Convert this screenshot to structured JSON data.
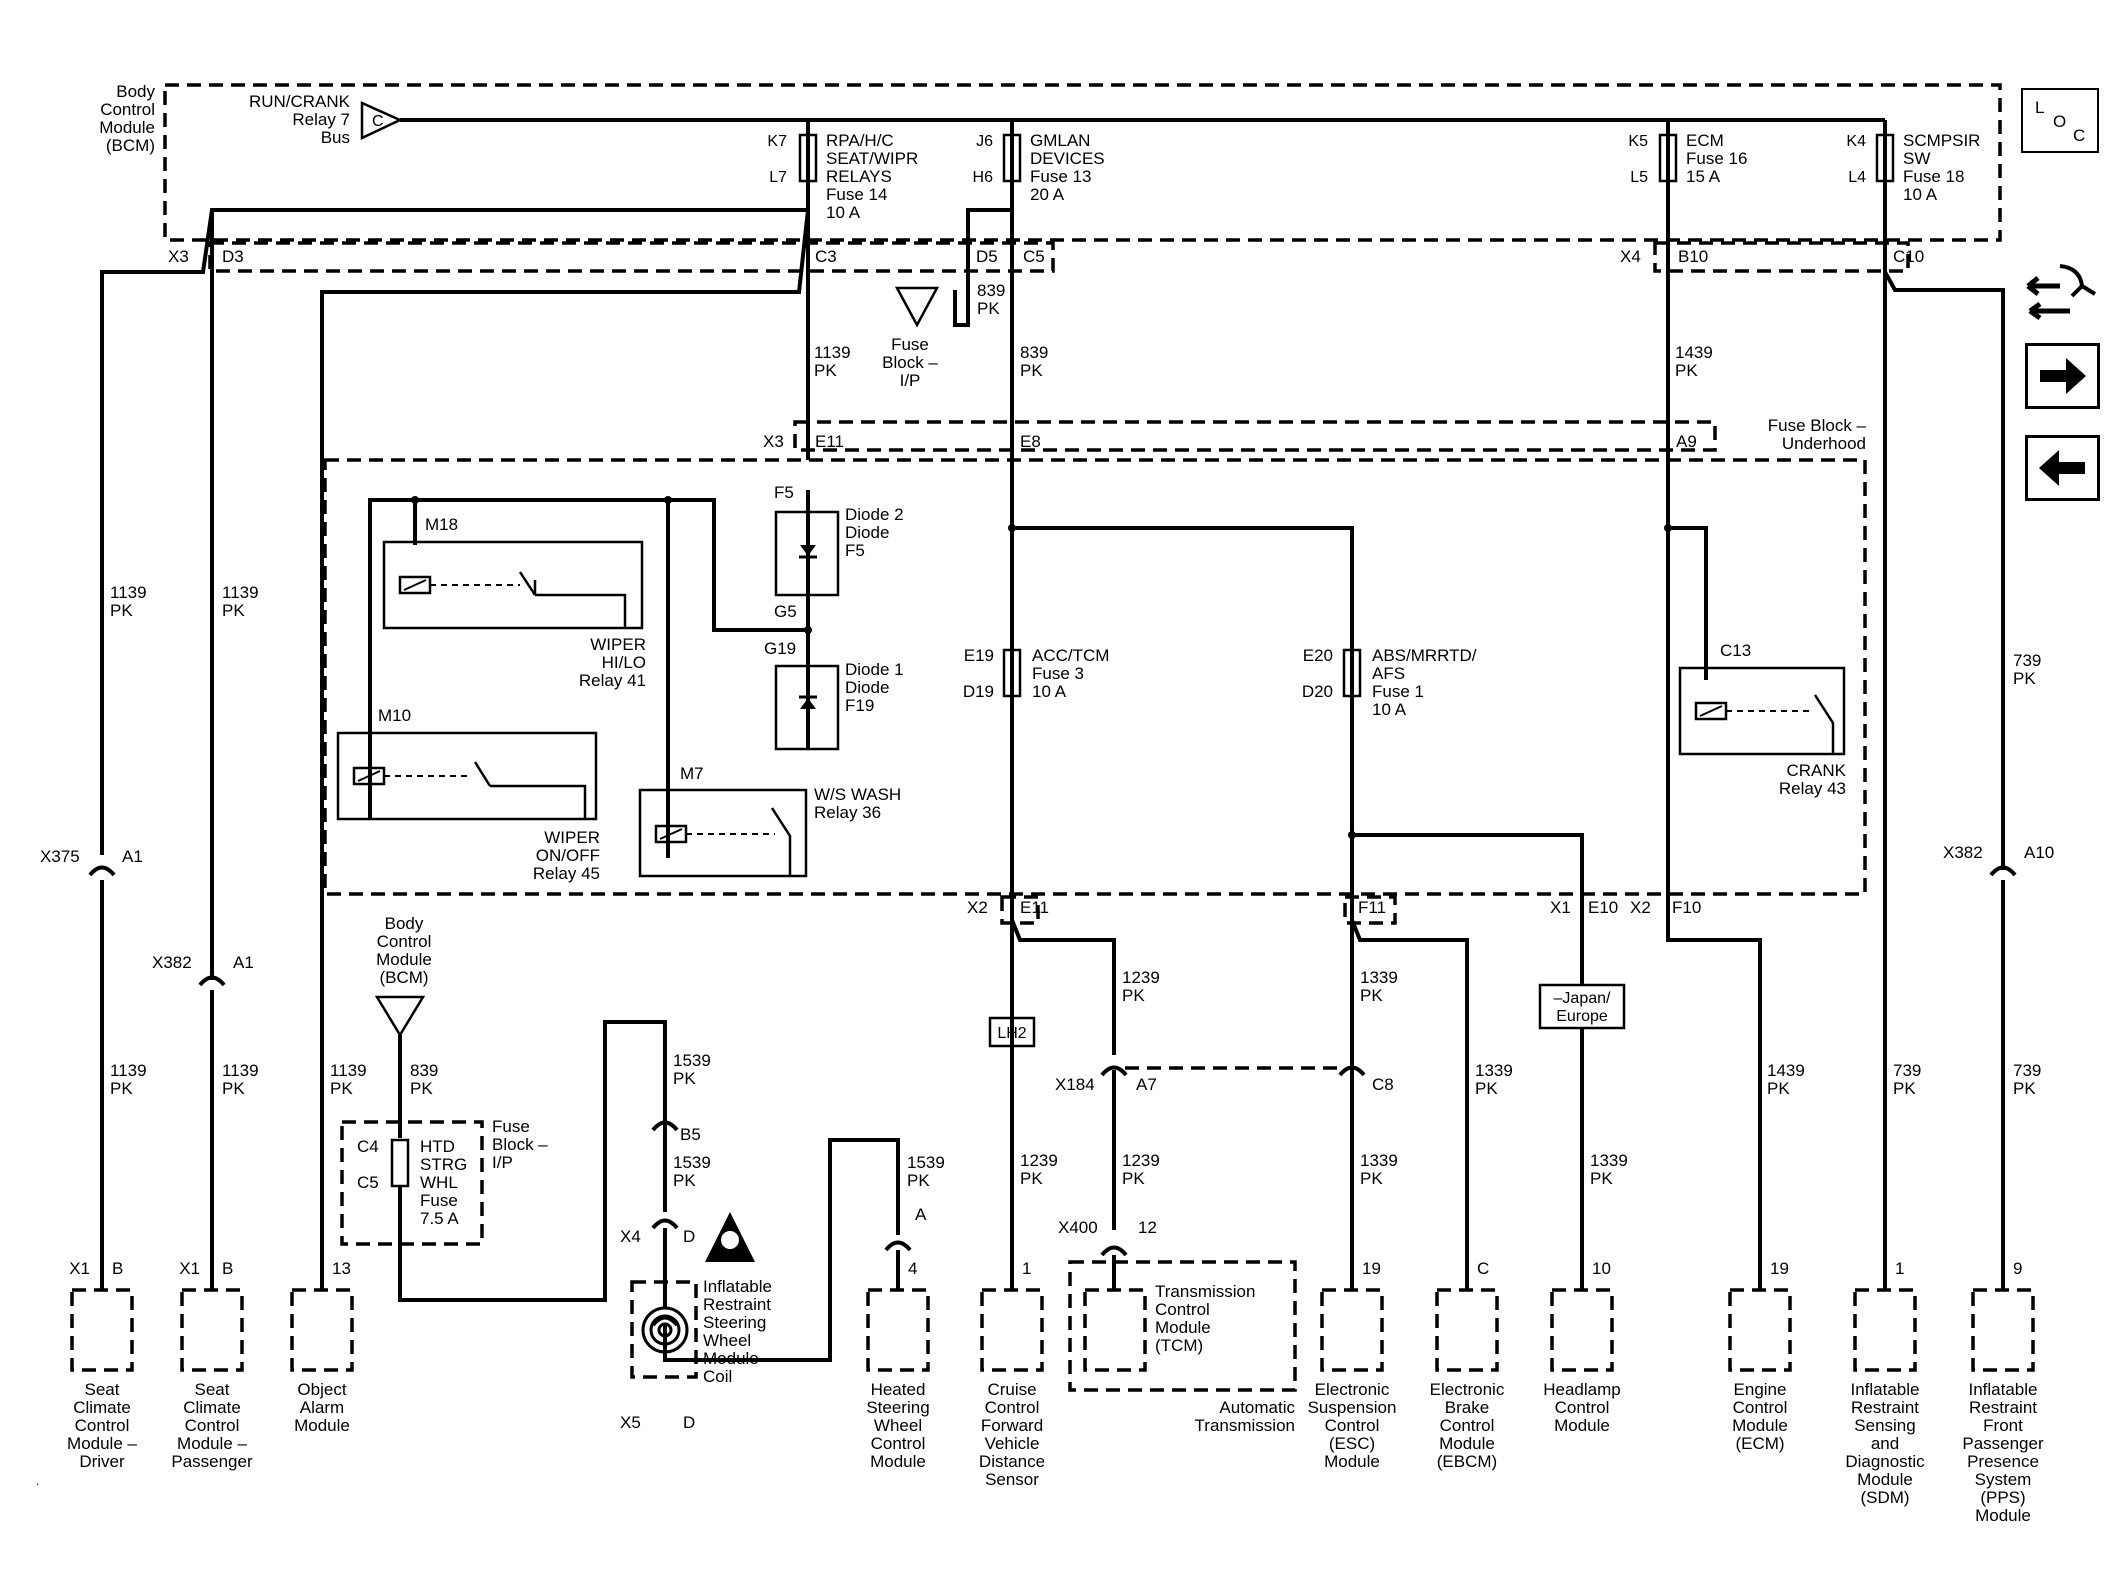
{
  "bcm": {
    "title_lines": [
      "Body",
      "Control",
      "Module",
      "(BCM)"
    ],
    "bus_lines": [
      "RUN/CRANK",
      "Relay 7",
      "Bus"
    ],
    "bus_pin": "C"
  },
  "bcm_fuses": [
    {
      "top_pin": "K7",
      "bottom_pin": "L7",
      "lines": [
        "RPA/H/C",
        "SEAT/WIPR",
        "RELAYS",
        "Fuse 14",
        "10 A"
      ]
    },
    {
      "top_pin": "J6",
      "bottom_pin": "H6",
      "lines": [
        "GMLAN",
        "DEVICES",
        "Fuse 13",
        "20 A"
      ]
    },
    {
      "top_pin": "K5",
      "bottom_pin": "L5",
      "lines": [
        "ECM",
        "Fuse 16",
        "15 A"
      ]
    },
    {
      "top_pin": "K4",
      "bottom_pin": "L4",
      "lines": [
        "SCMPSIR",
        "SW",
        "Fuse 18",
        "10 A"
      ]
    }
  ],
  "bcm_connector_labels": {
    "x3": "X3",
    "d3": "D3",
    "c3": "C3",
    "d5": "D5",
    "c5": "C5",
    "x4": "X4",
    "b10": "B10",
    "c10": "C10"
  },
  "fuse_block_ip_ref": {
    "lines": [
      "Fuse",
      "Block –",
      "I/P"
    ]
  },
  "fuse_block_underhood": {
    "title_lines": [
      "Fuse Block –",
      "Underhood"
    ],
    "connector_x3": "X3",
    "e11": "E11",
    "e8": "E8",
    "a9": "A9",
    "bottom": {
      "x2a": "X2",
      "e11b": "E11",
      "f11": "F11",
      "x1": "X1",
      "e10": "E10",
      "x2b": "X2",
      "f10": "F10"
    }
  },
  "diodes": [
    {
      "top_pin": "F5",
      "bottom_pin": "G5",
      "lines": [
        "Diode 2",
        "Diode",
        "F5"
      ]
    },
    {
      "top_pin": "G19",
      "bottom_pin": "",
      "lines": [
        "Diode 1",
        "Diode",
        "F19"
      ]
    }
  ],
  "relays": [
    {
      "coil_pin": "M18",
      "lines": [
        "WIPER",
        "HI/LO",
        "Relay 41"
      ]
    },
    {
      "coil_pin": "M10",
      "lines": [
        "WIPER",
        "ON/OFF",
        "Relay 45"
      ]
    },
    {
      "coil_pin": "M7",
      "lines": [
        "W/S WASH",
        "Relay 36"
      ]
    },
    {
      "coil_pin": "C13",
      "lines": [
        "CRANK",
        "Relay 43"
      ]
    }
  ],
  "underhood_fuses": [
    {
      "top_pin": "E19",
      "bottom_pin": "D19",
      "lines": [
        "ACC/TCM",
        "Fuse 3",
        "10 A"
      ]
    },
    {
      "top_pin": "E20",
      "bottom_pin": "D20",
      "lines": [
        "ABS/MRRTD/",
        "AFS",
        "Fuse 1",
        "10 A"
      ]
    }
  ],
  "wire_labels": [
    {
      "id": "w1139_c3",
      "lines": [
        "1139",
        "PK"
      ]
    },
    {
      "id": "w839_ip",
      "lines": [
        "839",
        "PK"
      ]
    },
    {
      "id": "w839_c5",
      "lines": [
        "839",
        "PK"
      ]
    },
    {
      "id": "w1439_b10",
      "lines": [
        "1439",
        "PK"
      ]
    },
    {
      "id": "w1139_left1",
      "lines": [
        "1139",
        "PK"
      ]
    },
    {
      "id": "w1139_left2",
      "lines": [
        "1139",
        "PK"
      ]
    },
    {
      "id": "w739_right",
      "lines": [
        "739",
        "PK"
      ]
    },
    {
      "id": "w1239_upper",
      "lines": [
        "1239",
        "PK"
      ]
    },
    {
      "id": "w1339_upper",
      "lines": [
        "1339",
        "PK"
      ]
    },
    {
      "id": "w1139_drv",
      "lines": [
        "1139",
        "PK"
      ]
    },
    {
      "id": "w1139_pass",
      "lines": [
        "1139",
        "PK"
      ]
    },
    {
      "id": "w1139_alarm",
      "lines": [
        "1139",
        "PK"
      ]
    },
    {
      "id": "w839_htd",
      "lines": [
        "839",
        "PK"
      ]
    },
    {
      "id": "w1539_top",
      "lines": [
        "1539",
        "PK"
      ]
    },
    {
      "id": "w1539_mid",
      "lines": [
        "1539",
        "PK"
      ]
    },
    {
      "id": "w1539_hsw",
      "lines": [
        "1539",
        "PK"
      ]
    },
    {
      "id": "w1239_cruise",
      "lines": [
        "1239",
        "PK"
      ]
    },
    {
      "id": "w1239_tcm",
      "lines": [
        "1239",
        "PK"
      ]
    },
    {
      "id": "w1339_esc",
      "lines": [
        "1339",
        "PK"
      ]
    },
    {
      "id": "w1339_ebcm_up",
      "lines": [
        "1339",
        "PK"
      ]
    },
    {
      "id": "w1339_hl",
      "lines": [
        "1339",
        "PK"
      ]
    },
    {
      "id": "w1439_ecm",
      "lines": [
        "1439",
        "PK"
      ]
    },
    {
      "id": "w739_sdm",
      "lines": [
        "739",
        "PK"
      ]
    },
    {
      "id": "w739_pps",
      "lines": [
        "739",
        "PK"
      ]
    }
  ],
  "inline_connectors": [
    {
      "id": "x375",
      "name": "X375",
      "pin": "A1"
    },
    {
      "id": "x382l",
      "name": "X382",
      "pin": "A1"
    },
    {
      "id": "x382r",
      "name": "X382",
      "pin": "A10"
    },
    {
      "id": "x184",
      "name": "X184",
      "pin": "A7"
    },
    {
      "id": "c8",
      "name": "",
      "pin": "C8"
    },
    {
      "id": "x400",
      "name": "X400",
      "pin": "12"
    },
    {
      "id": "b5",
      "name": "",
      "pin": "B5"
    },
    {
      "id": "x4",
      "name": "X4",
      "pin": "D"
    },
    {
      "id": "x5",
      "name": "X5",
      "pin": "D"
    },
    {
      "id": "hswa",
      "name": "",
      "pin": "A"
    }
  ],
  "lh2": "LH2",
  "japan_europe": [
    "–Japan/",
    "Europe"
  ],
  "htd_fuse": {
    "top_pin": "C4",
    "bottom_pin": "C5",
    "lines": [
      "HTD",
      "STRG",
      "WHL",
      "Fuse",
      "7.5 A"
    ],
    "block_lines": [
      "Fuse",
      "Block –",
      "I/P"
    ]
  },
  "bcm_ground_ref": [
    "Body",
    "Control",
    "Module",
    "(BCM)"
  ],
  "airbag_coil": [
    "Inflatable",
    "Restraint",
    "Steering",
    "Wheel",
    "Module",
    "Coil"
  ],
  "tcm": {
    "lines": [
      "Transmission",
      "Control",
      "Module",
      "(TCM)"
    ],
    "group_lines": [
      "Automatic",
      "Transmission"
    ]
  },
  "modules": [
    {
      "id": "seat_drv",
      "conn": "X1",
      "pin": "B",
      "lines": [
        "Seat",
        "Climate",
        "Control",
        "Module –",
        "Driver"
      ]
    },
    {
      "id": "seat_pass",
      "conn": "X1",
      "pin": "B",
      "lines": [
        "Seat",
        "Climate",
        "Control",
        "Module –",
        "Passenger"
      ]
    },
    {
      "id": "alarm",
      "conn": "",
      "pin": "13",
      "lines": [
        "Object",
        "Alarm",
        "Module"
      ]
    },
    {
      "id": "hsw",
      "conn": "",
      "pin": "4",
      "lines": [
        "Heated",
        "Steering",
        "Wheel",
        "Control",
        "Module"
      ]
    },
    {
      "id": "cruise",
      "conn": "",
      "pin": "1",
      "lines": [
        "Cruise",
        "Control",
        "Forward",
        "Vehicle",
        "Distance",
        "Sensor"
      ]
    },
    {
      "id": "esc",
      "conn": "",
      "pin": "19",
      "lines": [
        "Electronic",
        "Suspension",
        "Control",
        "(ESC)",
        "Module"
      ]
    },
    {
      "id": "ebcm",
      "conn": "",
      "pin": "C",
      "lines": [
        "Electronic",
        "Brake",
        "Control",
        "Module",
        "(EBCM)"
      ]
    },
    {
      "id": "headlamp",
      "conn": "",
      "pin": "10",
      "lines": [
        "Headlamp",
        "Control",
        "Module"
      ]
    },
    {
      "id": "ecm",
      "conn": "",
      "pin": "19",
      "lines": [
        "Engine",
        "Control",
        "Module",
        "(ECM)"
      ]
    },
    {
      "id": "sdm",
      "conn": "",
      "pin": "1",
      "lines": [
        "Inflatable",
        "Restraint",
        "Sensing",
        "and",
        "Diagnostic",
        "Module",
        "(SDM)"
      ]
    },
    {
      "id": "pps",
      "conn": "",
      "pin": "9",
      "lines": [
        "Inflatable",
        "Restraint",
        "Front",
        "Passenger",
        "Presence",
        "System",
        "(PPS)",
        "Module"
      ]
    }
  ],
  "loc_button": {
    "l": "L",
    "o": "O",
    "c": "C"
  },
  "icons": [
    "harness-locator-icon",
    "next-page-arrow-icon",
    "previous-page-arrow-icon"
  ]
}
